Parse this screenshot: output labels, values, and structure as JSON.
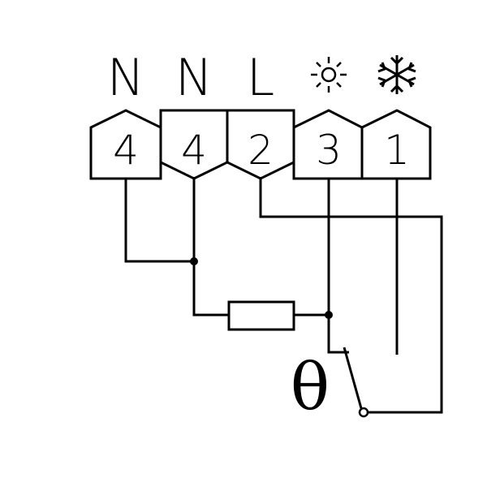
{
  "labels": {
    "col1": "N",
    "col2": "N",
    "col3": "L",
    "col4_icon": "sun-icon",
    "col5_icon": "snowflake-icon"
  },
  "terminals": [
    "4",
    "4",
    "2",
    "3",
    "1"
  ],
  "thermostat_symbol": "θ",
  "colors": {
    "line": "#000000",
    "background": "#ffffff"
  }
}
